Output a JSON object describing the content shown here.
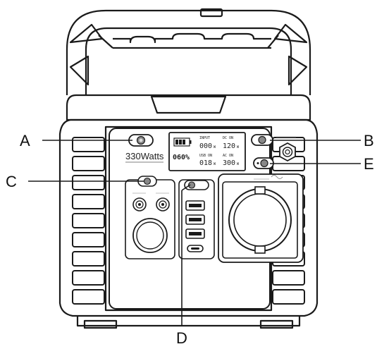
{
  "callouts": {
    "a": "A",
    "b": "B",
    "c": "C",
    "d": "D",
    "e": "E"
  },
  "brand": {
    "model": "330Watts"
  },
  "display": {
    "battery_percent": "060%",
    "input_label": "INPUT",
    "input_value": "000",
    "input_unit": "W",
    "dc_label": "DC ON",
    "dc_value": "120",
    "dc_unit": "W",
    "usb_label": "USB ON",
    "usb_value": "018",
    "usb_unit": "W",
    "ac_label": "AC ON",
    "ac_value": "300",
    "ac_unit": "W"
  },
  "colors": {
    "line": "#1a1a1a",
    "panel": "#ffffff",
    "housing": "#ffffff"
  }
}
